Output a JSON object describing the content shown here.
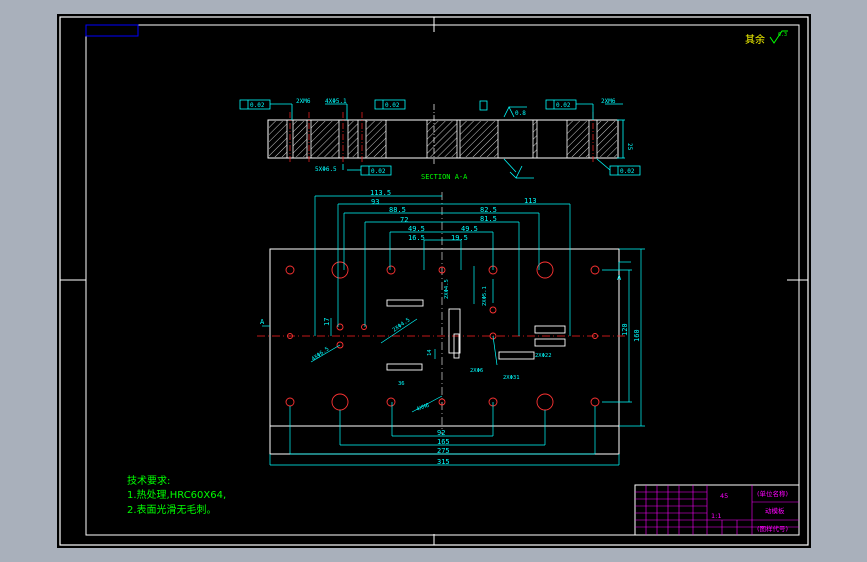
{
  "colors": {
    "background_outer": "#a9b0bb",
    "background_sheet": "#000000",
    "frame": "#ffffff",
    "dimension": "#00ffff",
    "hatch": "#ffffff",
    "center_line": "#ff2a2a",
    "notes": "#00ff00",
    "title_block": "#ff00ff",
    "label": "#ffff00"
  },
  "roughness": {
    "label": "其余",
    "value": "6.3"
  },
  "section_view": {
    "title": "SECTION  A-A",
    "callouts": [
      "0.02",
      "0.02",
      "0.02",
      "0.02",
      "0.02",
      "0.8"
    ],
    "hole_notes": [
      "2XM6",
      "4XΦ5.1",
      "2XM6",
      "5XΦ6.5"
    ],
    "thickness": "25"
  },
  "plan_view": {
    "top_dims": [
      "113.5",
      "93",
      "88.5",
      "72",
      "49.5",
      "16.5",
      "113",
      "82.5",
      "81.5",
      "49.5",
      "19.5"
    ],
    "bottom_dims": [
      "92",
      "165",
      "275",
      "315"
    ],
    "right_dims": [
      "120",
      "160"
    ],
    "left_dims": [
      "17"
    ],
    "section_mark": "A",
    "hole_notes": [
      "2XΦ4.5",
      "4XΦ6.5",
      "2XΦ4.5",
      "2XΦ5.1",
      "2XΦ22",
      "2XΦ6",
      "2XΦ31",
      "4XM6",
      "36",
      "14"
    ]
  },
  "notes": {
    "heading": "技术要求:",
    "lines": [
      "1.热处理,HRC60X64,",
      "2.表面光滑无毛刺。"
    ]
  },
  "title_block": {
    "part_name": "动模板",
    "material": "45",
    "label_a": "(单位名称)",
    "label_b": "(图样代号)",
    "scale": "1:1"
  }
}
